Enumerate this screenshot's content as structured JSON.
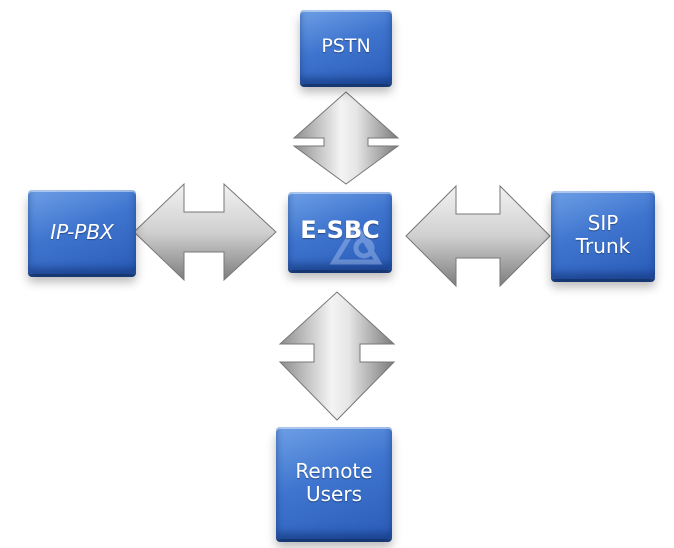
{
  "nodes": {
    "pstn": "PSTN",
    "ip_pbx": "IP-PBX",
    "e_sbc": "E-SBC",
    "sip_trunk": [
      "SIP",
      "Trunk"
    ],
    "remote_users": [
      "Remote",
      "Users"
    ]
  },
  "colors": {
    "block_top": "#6ea0e6",
    "block_mid": "#3f75cf",
    "block_bottom": "#2a5cb8",
    "arrow_light": "#f4f4f4",
    "arrow_dark": "#8d8d8d",
    "background": "#ffffff"
  },
  "connectors": [
    {
      "from": "e_sbc",
      "to": "pstn",
      "direction": "bidirectional"
    },
    {
      "from": "e_sbc",
      "to": "ip_pbx",
      "direction": "bidirectional"
    },
    {
      "from": "e_sbc",
      "to": "sip_trunk",
      "direction": "bidirectional"
    },
    {
      "from": "e_sbc",
      "to": "remote_users",
      "direction": "bidirectional"
    }
  ]
}
